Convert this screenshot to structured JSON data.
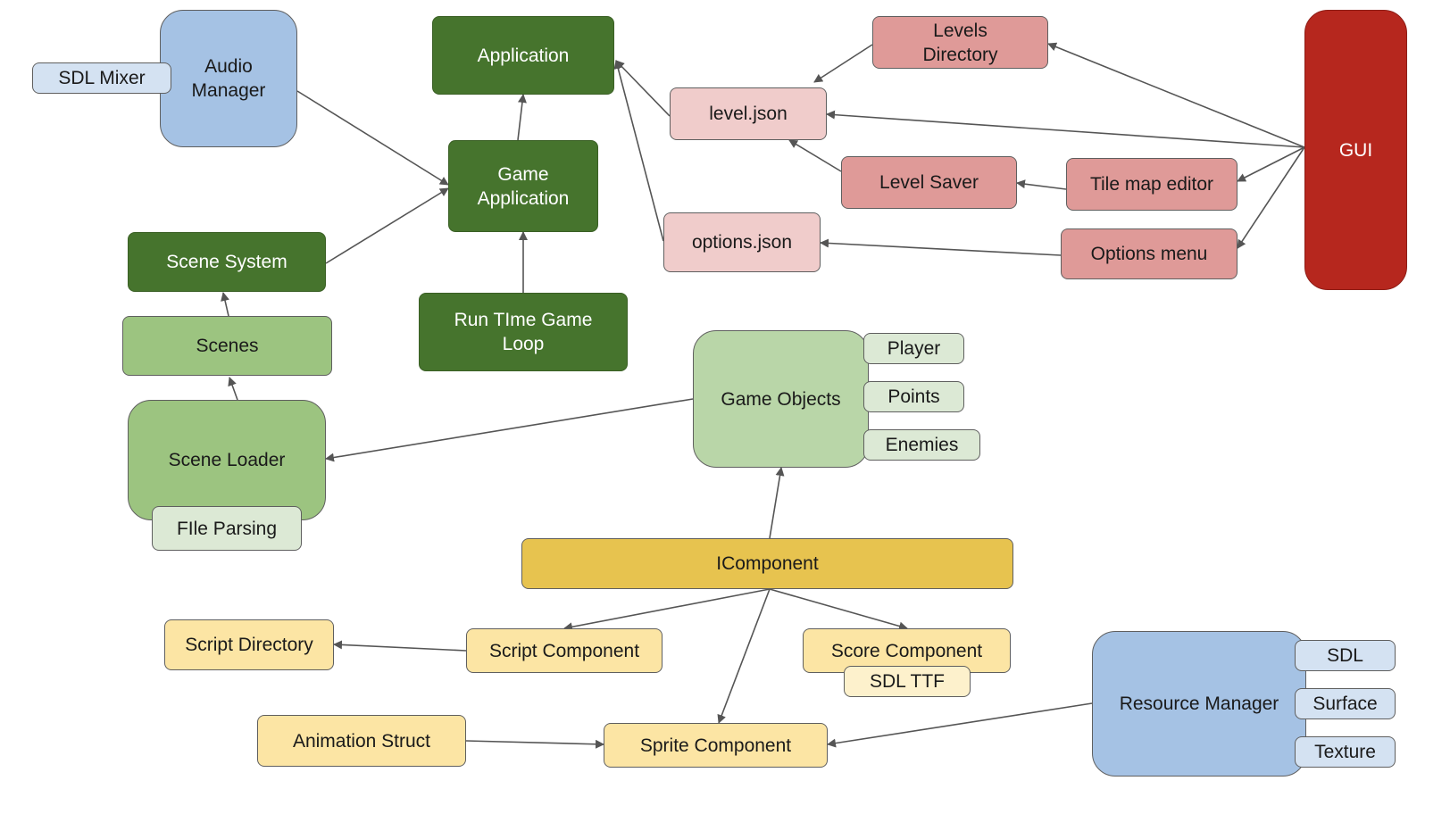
{
  "nodes": {
    "sdl_mixer": "SDL Mixer",
    "audio_manager": "Audio\nManager",
    "application": "Application",
    "game_application": "Game\nApplication",
    "scene_system": "Scene System",
    "scenes": "Scenes",
    "scene_loader": "Scene Loader",
    "file_parsing": "FIle Parsing",
    "run_time_loop": "Run TIme Game\nLoop",
    "levels_directory": "Levels\nDirectory",
    "level_json": "level.json",
    "level_saver": "Level Saver",
    "tile_map_editor": "Tile map editor",
    "options_json": "options.json",
    "options_menu": "Options menu",
    "gui": "GUI",
    "game_objects": "Game Objects",
    "player": "Player",
    "points": "Points",
    "enemies": "Enemies",
    "icomponent": "IComponent",
    "script_directory": "Script Directory",
    "script_component": "Script Component",
    "score_component": "Score Component",
    "sdl_ttf": "SDL TTF",
    "animation_struct": "Animation Struct",
    "sprite_component": "Sprite Component",
    "resource_manager": "Resource Manager",
    "sdl": "SDL",
    "surface": "Surface",
    "texture": "Texture"
  },
  "colors": {
    "dark_green": "#46742d",
    "mid_green": "#9cc480",
    "light_green": "#b9d6a8",
    "pale_green": "#dce9d5",
    "blue": "#a5c2e4",
    "light_blue": "#d4e2f2",
    "red": "#b6271e",
    "rose": "#df9a98",
    "light_rose": "#f0cccb",
    "gold": "#e7c34f",
    "cream": "#fce5a4",
    "arrow": "#555555"
  }
}
